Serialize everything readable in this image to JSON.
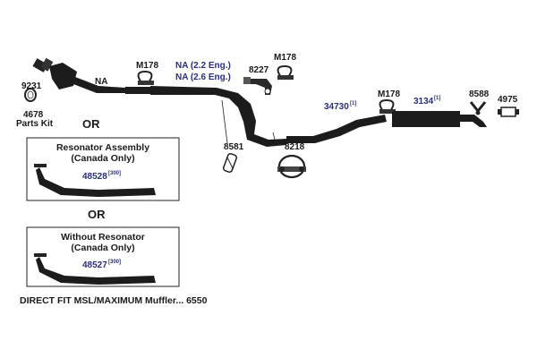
{
  "diagram": {
    "parts": {
      "kit_ring": "9231",
      "parts_kit_number": "4678",
      "parts_kit_label": "Parts Kit",
      "catalytic_converter": "NA",
      "clamp_left": "M178",
      "pipe_note_1": "NA (2.2 Eng.)",
      "pipe_note_2": "NA (2.6 Eng.)",
      "hanger_bracket": "8227",
      "clamp_top": "M178",
      "gasket": "8581",
      "clamp_large": "8218",
      "intermediate_pipe": "34730",
      "intermediate_pipe_note": "[1]",
      "clamp_right": "M178",
      "muffler": "3134",
      "muffler_note": "[1]",
      "hanger": "8588",
      "tail_clamp": "4975"
    },
    "or_1": "OR",
    "or_2": "OR",
    "box_resonator": {
      "title_line1": "Resonator Assembly",
      "title_line2": "(Canada Only)",
      "part": "48528",
      "note": "[300]"
    },
    "box_no_resonator": {
      "title_line1": "Without Resonator",
      "title_line2": "(Canada Only)",
      "part": "48527",
      "note": "[300]"
    },
    "footer": "DIRECT FIT MSL/MAXIMUM Muffler... 6550"
  }
}
